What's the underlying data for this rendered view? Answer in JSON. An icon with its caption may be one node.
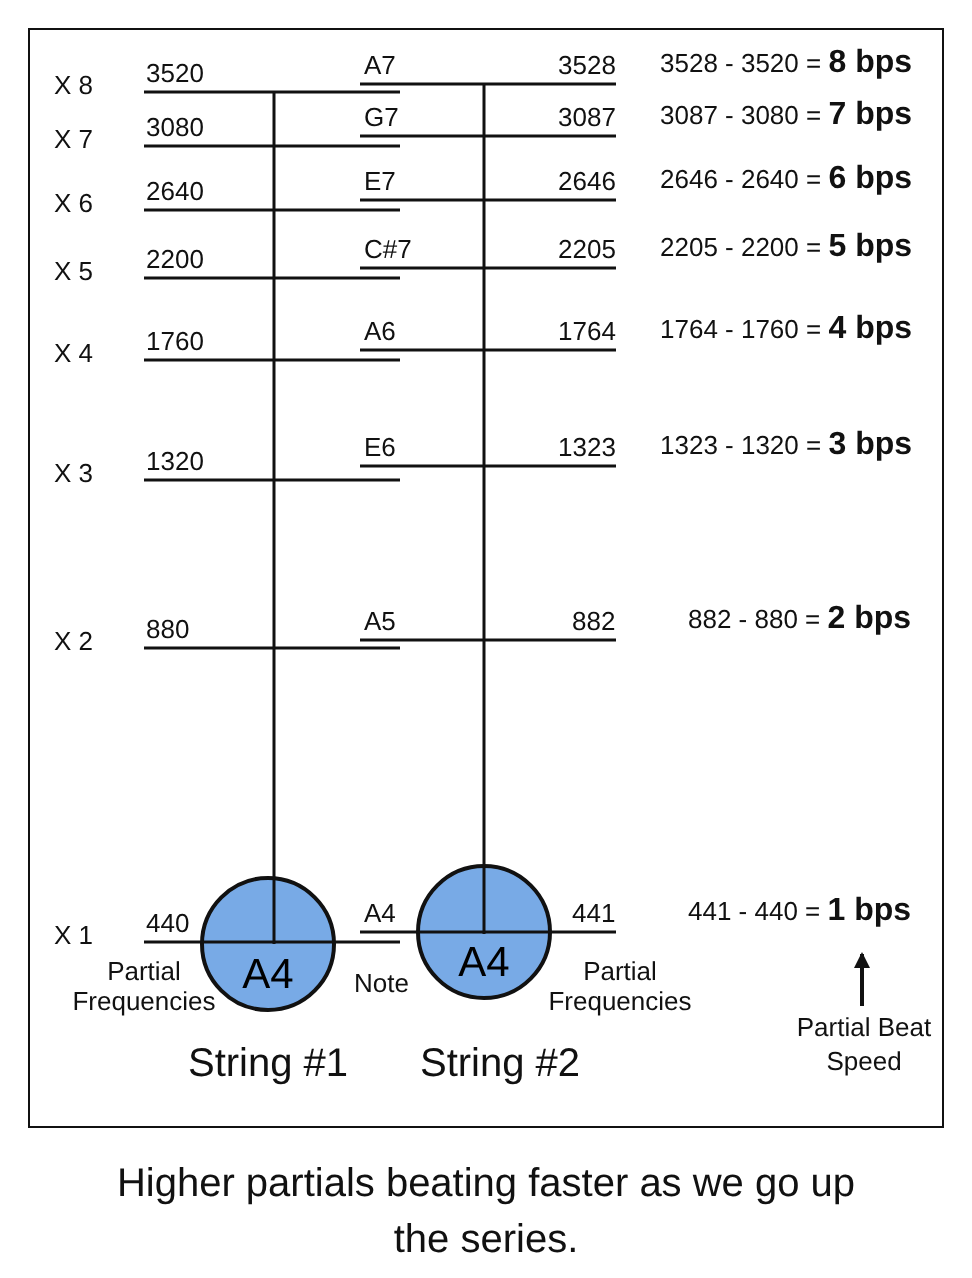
{
  "diagram": {
    "caption": "Higher partials beating faster as we go up the series.",
    "nodes": [
      {
        "text": [
          "A4"
        ],
        "beside": [
          "String #1"
        ]
      },
      {
        "text": [
          "A4"
        ],
        "beside": [
          "String #2"
        ]
      },
      {
        "text": [
          "441 - 440 = **1 bps**"
        ]
      },
      {
        "text": [
          "Partial Beat Speed"
        ]
      }
    ],
    "edges": [
      {
        "from": 3,
        "to": 2,
        "arrow": "to"
      }
    ],
    "labels": [
      "X 8",
      "3520",
      "A7",
      "3528",
      "3528 - 3520 = **8 bps**",
      "X 7",
      "3080",
      "G7",
      "3087",
      "3087 - 3080 = **7 bps**",
      "X 6",
      "2640",
      "E7",
      "2646",
      "2646 - 2640 = **6 bps**",
      "X 5",
      "2200",
      "C#7",
      "2205",
      "2205 - 2200 = **5 bps**",
      "X 4",
      "1760",
      "A6",
      "1764",
      "1764 - 1760 = **4 bps**",
      "X 3",
      "1320",
      "E6",
      "1323",
      "1323 - 1320 = **3 bps**",
      "X 2",
      "880",
      "A5",
      "882",
      "882 - 880 = **2 bps**",
      "X 1",
      "440",
      "A4",
      "441",
      "Partial Frequencies",
      "Note",
      "Partial Frequencies"
    ]
  }
}
